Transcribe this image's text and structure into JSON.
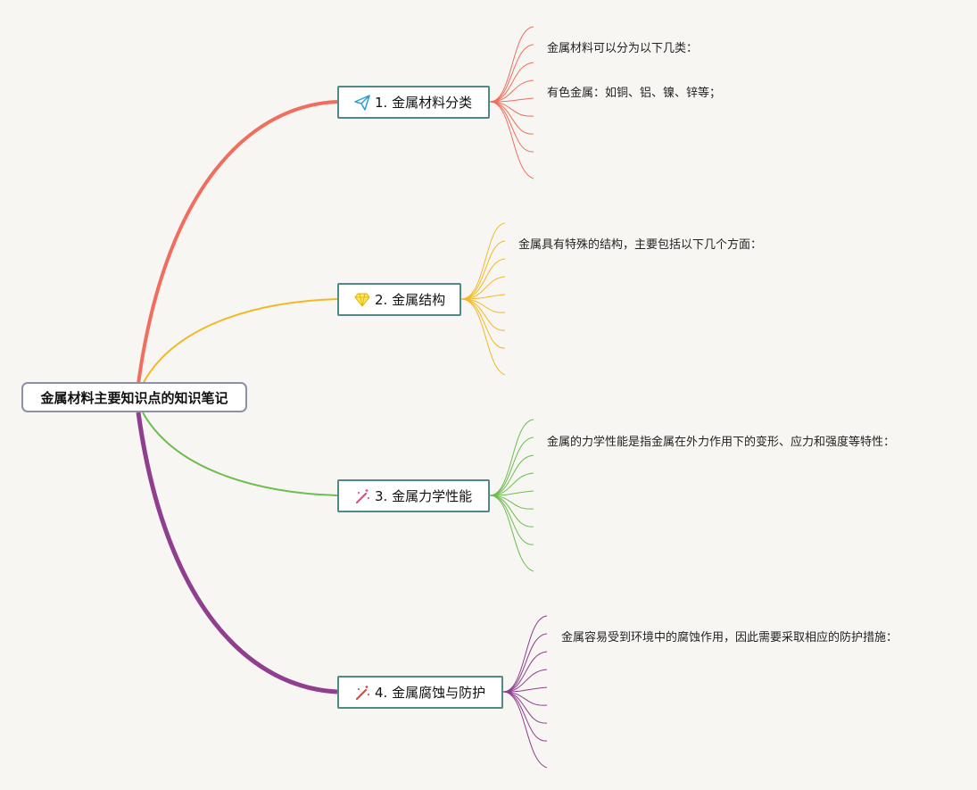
{
  "root": {
    "label": "金属材料主要知识点的知识笔记"
  },
  "branches": [
    {
      "label": "1. 金属材料分类",
      "icon": "paper-plane-icon",
      "color": "#ef6e5e",
      "leaves": [
        "金属材料可以分为以下几类：",
        "有色金属：如铜、铝、镍、锌等；"
      ]
    },
    {
      "label": "2. 金属结构",
      "icon": "diamond-icon",
      "color": "#f2b827",
      "leaves": [
        "金属具有特殊的结构，主要包括以下几个方面："
      ]
    },
    {
      "label": "3. 金属力学性能",
      "icon": "magic-wand-icon",
      "color": "#6dbd4f",
      "leaves": [
        "金属的力学性能是指金属在外力作用下的变形、应力和强度等特性："
      ]
    },
    {
      "label": "4. 金属腐蚀与防护",
      "icon": "magic-wand-icon",
      "color": "#8f3f8e",
      "leaves": [
        "金属容易受到环境中的腐蚀作用，因此需要采取相应的防护措施："
      ]
    }
  ]
}
